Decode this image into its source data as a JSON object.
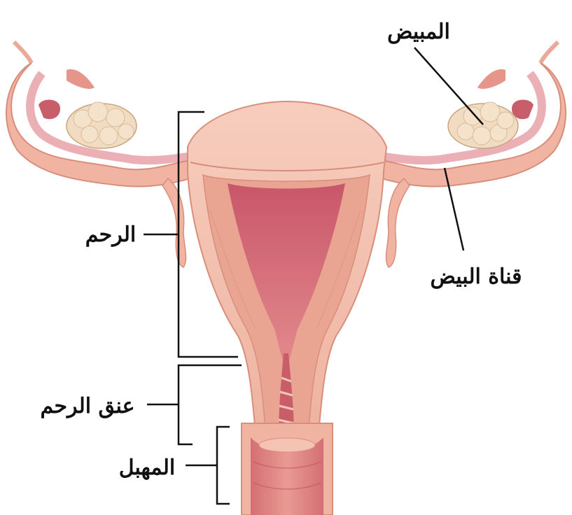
{
  "labels": {
    "ovary": "المبيض",
    "fallopian_tube": "قناة البيض",
    "uterus": "الرحم",
    "cervix": "عنق الرحم",
    "vagina": "المهبل"
  },
  "colors": {
    "outer_tissue": "#f1b8a8",
    "outer_stroke": "#d98e7c",
    "muscle": "#e9a493",
    "cavity": "#d9707a",
    "cavity_dark": "#c25561",
    "ovary": "#f1dcc2",
    "ovary_shadow": "#d9bb99",
    "label_text": "#111111"
  }
}
